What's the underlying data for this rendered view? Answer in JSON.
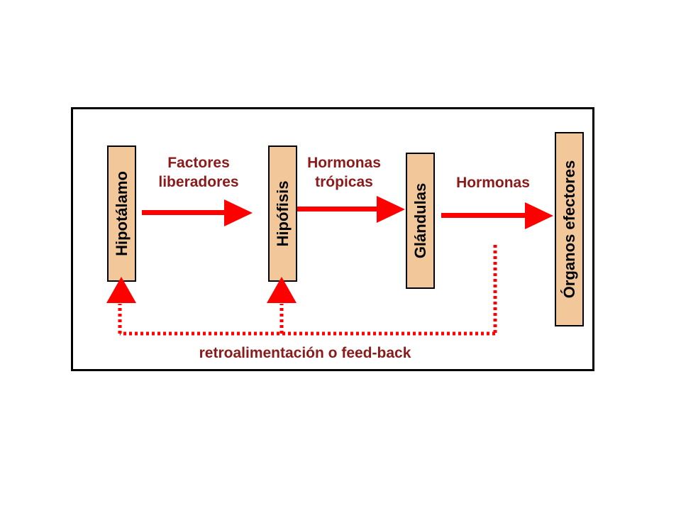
{
  "diagram": {
    "nodes": {
      "hipotalamo": "Hipotálamo",
      "hipofisis": "Hipófisis",
      "glandulas": "Glándulas",
      "organos": "Órganos efectores"
    },
    "edges": {
      "factores_line1": "Factores",
      "factores_line2": "liberadores",
      "tropicas_line1": "Hormonas",
      "tropicas_line2": "trópicas",
      "hormonas": "Hormonas",
      "feedback": "retroalimentación o feed-back"
    },
    "colors": {
      "box_fill": "#f2c89a",
      "arrow": "#ff0000",
      "label_text": "#8b1a1a"
    }
  }
}
